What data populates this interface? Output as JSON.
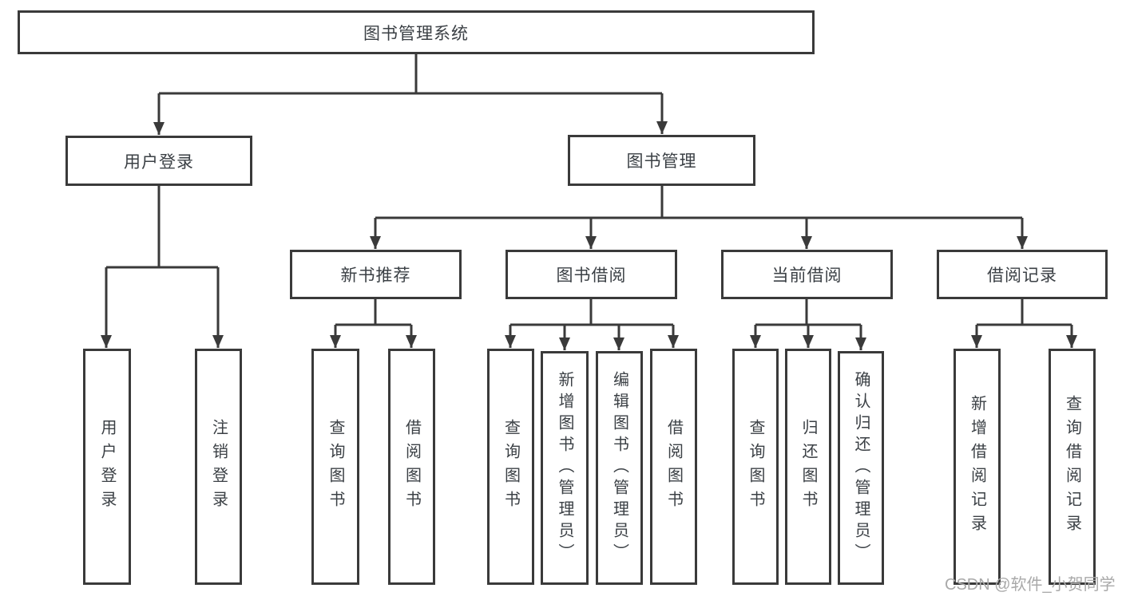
{
  "tree": {
    "label": "图书管理系统",
    "children": [
      {
        "label": "用户登录",
        "children": [
          {
            "label": "用户登录"
          },
          {
            "label": "注销登录"
          }
        ]
      },
      {
        "label": "图书管理",
        "children": [
          {
            "label": "新书推荐",
            "children": [
              {
                "label": "查询图书"
              },
              {
                "label": "借阅图书"
              }
            ]
          },
          {
            "label": "图书借阅",
            "children": [
              {
                "label": "查询图书"
              },
              {
                "label": "新增图书（管理员）"
              },
              {
                "label": "编辑图书（管理员）"
              },
              {
                "label": "借阅图书"
              }
            ]
          },
          {
            "label": "当前借阅",
            "children": [
              {
                "label": "查询图书"
              },
              {
                "label": "归还图书"
              },
              {
                "label": "确认归还（管理员）"
              }
            ]
          },
          {
            "label": "借阅记录",
            "children": [
              {
                "label": "新增借阅记录"
              },
              {
                "label": "查询借阅记录"
              }
            ]
          }
        ]
      }
    ]
  },
  "watermark": {
    "text": "CSDN @软件_小贺同学"
  },
  "colors": {
    "line": "#3a3a3a",
    "text": "#3b4045",
    "watermark": "#a9a9a9"
  }
}
